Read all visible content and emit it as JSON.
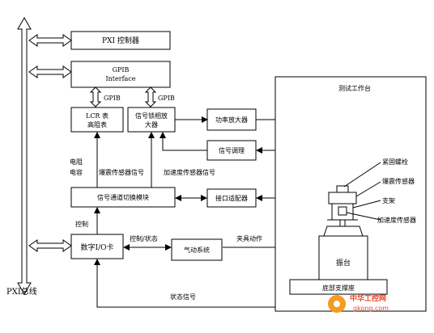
{
  "bus_label": "PXI总线",
  "blocks": {
    "pxi_controller": "PXI 控制器",
    "gpib_interface_line1": "GPIB",
    "gpib_interface_line2": "Interface",
    "lcr_line1": "LCR 表",
    "lcr_line2": "高阻表",
    "lockin_line1": "信号锁相放",
    "lockin_line2": "大器",
    "power_amp": "功率放大器",
    "signal_cond": "信号调理",
    "switch_module": "信号通道切换模块",
    "interface_adapter": "接口适配器",
    "digital_io": "数字I/O卡",
    "pneumatic": "气动系统",
    "test_bench": "测试工作台",
    "shaker": "振台",
    "base_support": "底部支撑座"
  },
  "labels": {
    "gpib_left": "GPIB",
    "gpib_right": "GPIB",
    "resistance": "电阻",
    "capacitance": "电容",
    "burst_sensor_signal": "爆震传感器信号",
    "accel_sensor_signal": "加速度传感器信号",
    "control": "控制",
    "control_status": "控制/状态",
    "fixture_action": "夹具动作",
    "status_signal": "状态信号",
    "clamp_bolt": "紧固螺栓",
    "burst_sensor": "爆震传感器",
    "bracket": "支架",
    "accel_sensor": "加速度传感器"
  },
  "watermark": {
    "text_cn": "中华工控网",
    "text_url": "gkong.com"
  }
}
